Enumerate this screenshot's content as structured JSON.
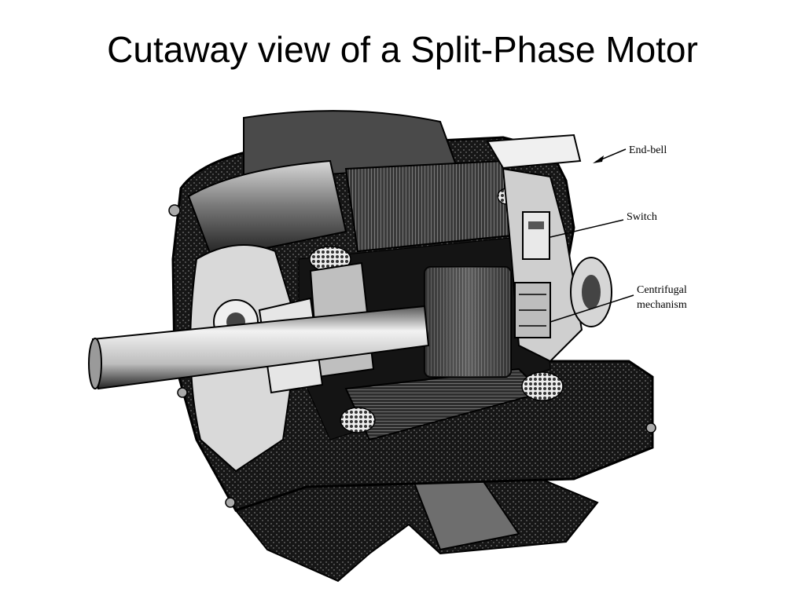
{
  "slide": {
    "title": "Cutaway view of a Split-Phase Motor"
  },
  "callouts": {
    "end_bell": "End-bell",
    "switch": "Switch",
    "centrifugal_line1": "Centrifugal",
    "centrifugal_line2": "mechanism"
  },
  "colors": {
    "ink": "#000000",
    "background": "#ffffff"
  }
}
